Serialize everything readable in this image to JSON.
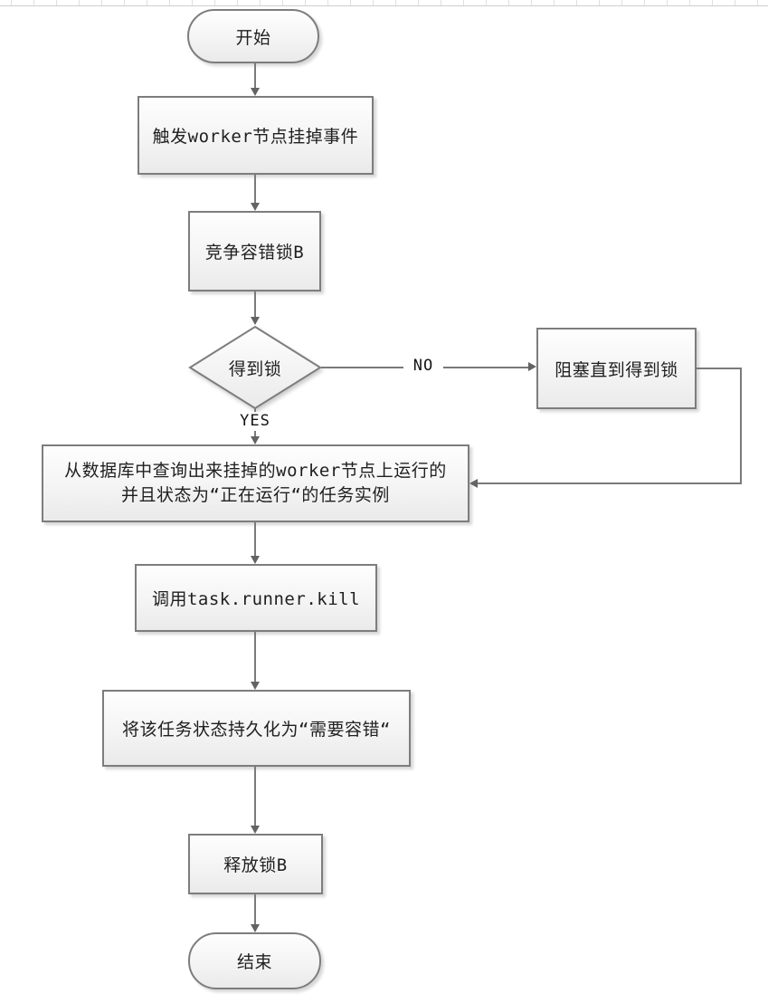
{
  "colors": {
    "node_border": "#7d7d7d",
    "node_fill_top": "#fefefe",
    "node_fill_bottom": "#eaeaea",
    "edge_line": "#7a7a7a",
    "arrowhead": "#636363",
    "text": "#1f1f1f",
    "background": "#ffffff"
  },
  "flowchart": {
    "nodes": {
      "start": {
        "type": "terminator",
        "label": "开始"
      },
      "trigger_worker_down_event": {
        "type": "process",
        "label": "触发worker节点挂掉事件"
      },
      "compete_fault_tolerance_lock": {
        "type": "process",
        "label": "竞争容错锁B"
      },
      "got_lock": {
        "type": "decision",
        "label": "得到锁"
      },
      "block_until_lock": {
        "type": "process",
        "label": "阻塞直到得到锁"
      },
      "query_running_task_instances": {
        "type": "process",
        "label": "从数据库中查询出来挂掉的worker节点上运行的\n并且状态为“正在运行“的任务实例"
      },
      "call_task_runner_kill": {
        "type": "process",
        "label": "调用task.runner.kill"
      },
      "persist_need_fault_tolerance": {
        "type": "process",
        "label": "将该任务状态持久化为“需要容错“"
      },
      "release_lock": {
        "type": "process",
        "label": "释放锁B"
      },
      "end": {
        "type": "terminator",
        "label": "结束"
      }
    },
    "edge_labels": {
      "no": "NO",
      "yes": "YES"
    }
  }
}
